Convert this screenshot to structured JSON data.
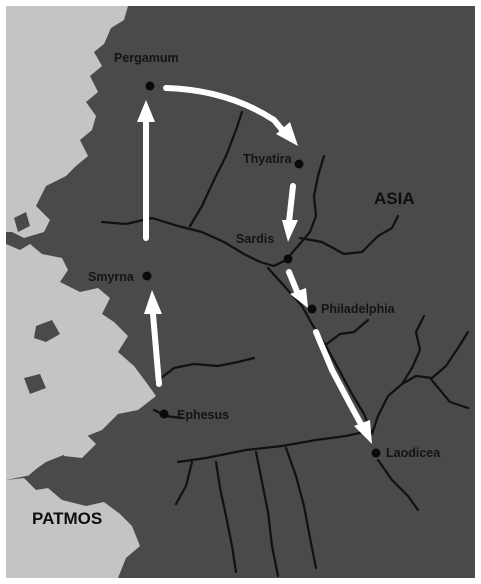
{
  "map": {
    "region_label": "ASIA",
    "island_label": "PATMOS",
    "cities": [
      {
        "name": "Pergamum"
      },
      {
        "name": "Thyatira"
      },
      {
        "name": "Sardis"
      },
      {
        "name": "Smyrna"
      },
      {
        "name": "Philadelphia"
      },
      {
        "name": "Ephesus"
      },
      {
        "name": "Laodicea"
      }
    ],
    "route_order": [
      "Ephesus",
      "Smyrna",
      "Pergamum",
      "Thyatira",
      "Sardis",
      "Philadelphia",
      "Laodicea"
    ],
    "colors": {
      "land": "#4a4a4a",
      "sea": "#c4c4c4",
      "rivers": "#111111",
      "route_arrows": "#ffffff",
      "city_dots": "#0a0a0a"
    }
  }
}
